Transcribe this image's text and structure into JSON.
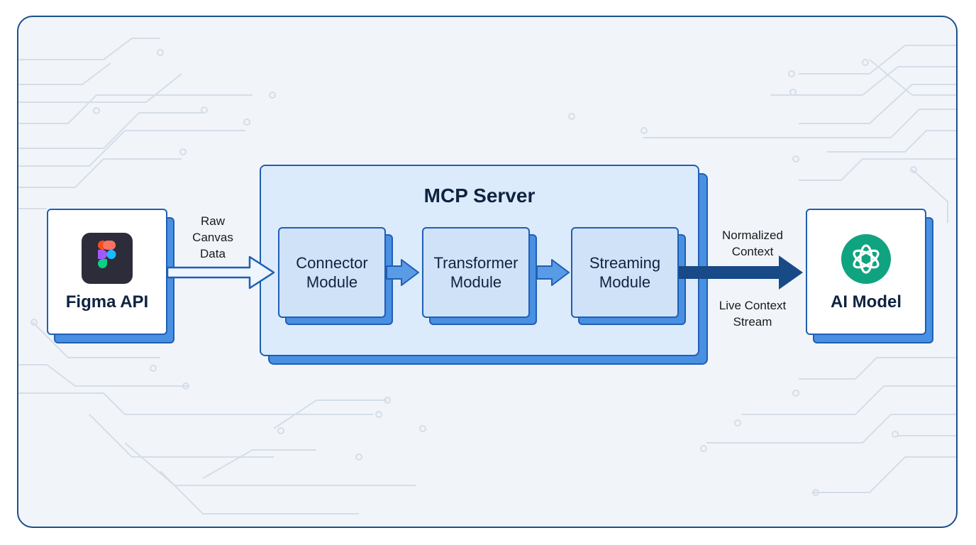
{
  "diagram": {
    "source": {
      "label": "Figma API",
      "icon": "figma-logo-icon"
    },
    "target": {
      "label": "AI Model",
      "icon": "openai-logo-icon"
    },
    "server": {
      "title": "MCP Server",
      "modules": [
        {
          "label": "Connector\nModule"
        },
        {
          "label": "Transformer\nModule"
        },
        {
          "label": "Streaming\nModule"
        }
      ]
    },
    "edges": {
      "input_label": "Raw\nCanvas\nData",
      "output_label_top": "Normalized\nContext",
      "output_label_bottom": "Live Context\nStream"
    },
    "colors": {
      "primary": "#1f5fb5",
      "accent": "#4a90e2",
      "dark_arrow": "#174a86",
      "module_fill": "#cfe2f8",
      "server_fill": "#dcebfb",
      "openai_green": "#10a37f"
    }
  }
}
